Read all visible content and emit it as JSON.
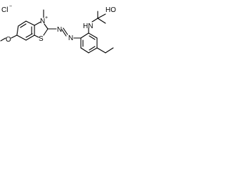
{
  "molecule": {
    "counter_ion": "Cl",
    "counter_ion_charge": "−",
    "labels": {
      "ring_n": "N",
      "n_charge": "+",
      "ring_s": "S",
      "azo_n1": "N",
      "azo_n2": "N",
      "amine": "HN",
      "hydroxyl": "HO",
      "ether_o": "O"
    }
  }
}
